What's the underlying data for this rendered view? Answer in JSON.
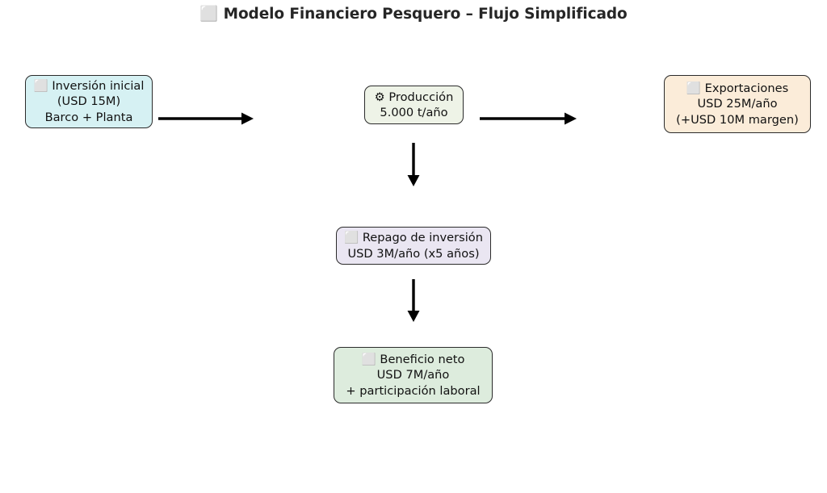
{
  "title": "⬜ Modelo Financiero Pesquero – Flujo Simplificado",
  "diagram": {
    "type": "flowchart",
    "orientation": "left-to-right with vertical branch",
    "background_color": "#ffffff",
    "nodes": [
      {
        "id": "inversion",
        "name": "inversion-inicial",
        "icon": "missing-glyph-icon",
        "lines": [
          "⬜ Inversión inicial",
          "(USD 15M)",
          "Barco + Planta"
        ],
        "line1": "⬜ Inversión inicial",
        "line2": "(USD 15M)",
        "line3": "Barco + Planta",
        "fill_color": "#d6f1f3",
        "border_color": "#2b2b2b"
      },
      {
        "id": "produccion",
        "name": "produccion",
        "icon": "gear-icon",
        "lines": [
          "⚙ Producción",
          "5.000 t/año"
        ],
        "line1": "⚙ Producción",
        "line2": "5.000 t/año",
        "fill_color": "#eef3e7",
        "border_color": "#2b2b2b"
      },
      {
        "id": "exportaciones",
        "name": "exportaciones",
        "icon": "missing-glyph-icon",
        "lines": [
          "⬜ Exportaciones",
          "USD 25M/año",
          "(+USD 10M margen)"
        ],
        "line1": "⬜ Exportaciones",
        "line2": "USD 25M/año",
        "line3": "(+USD 10M margen)",
        "fill_color": "#fbecd9",
        "border_color": "#2b2b2b"
      },
      {
        "id": "repago",
        "name": "repago-de-inversion",
        "icon": "missing-glyph-icon",
        "lines": [
          "⬜ Repago de inversión",
          "USD 3M/año (x5 años)"
        ],
        "line1": "⬜ Repago de inversión",
        "line2": "USD 3M/año (x5 años)",
        "fill_color": "#eae6f2",
        "border_color": "#2b2b2b"
      },
      {
        "id": "beneficio",
        "name": "beneficio-neto",
        "icon": "missing-glyph-icon",
        "lines": [
          "⬜ Beneficio neto",
          "USD 7M/año",
          "+ participación laboral"
        ],
        "line1": "⬜ Beneficio neto",
        "line2": "USD 7M/año",
        "line3": "+ participación laboral",
        "fill_color": "#ddecdd",
        "border_color": "#2b2b2b"
      }
    ],
    "edges": [
      {
        "id": "e1",
        "name": "arrow-inversion-to-produccion",
        "from": "inversion",
        "to": "produccion",
        "direction": "right",
        "label": ""
      },
      {
        "id": "e2",
        "name": "arrow-produccion-to-exportaciones",
        "from": "produccion",
        "to": "exportaciones",
        "direction": "right",
        "label": ""
      },
      {
        "id": "e3",
        "name": "arrow-produccion-to-repago",
        "from": "produccion",
        "to": "repago",
        "direction": "down",
        "label": ""
      },
      {
        "id": "e4",
        "name": "arrow-repago-to-beneficio",
        "from": "repago",
        "to": "beneficio",
        "direction": "down",
        "label": ""
      }
    ]
  }
}
